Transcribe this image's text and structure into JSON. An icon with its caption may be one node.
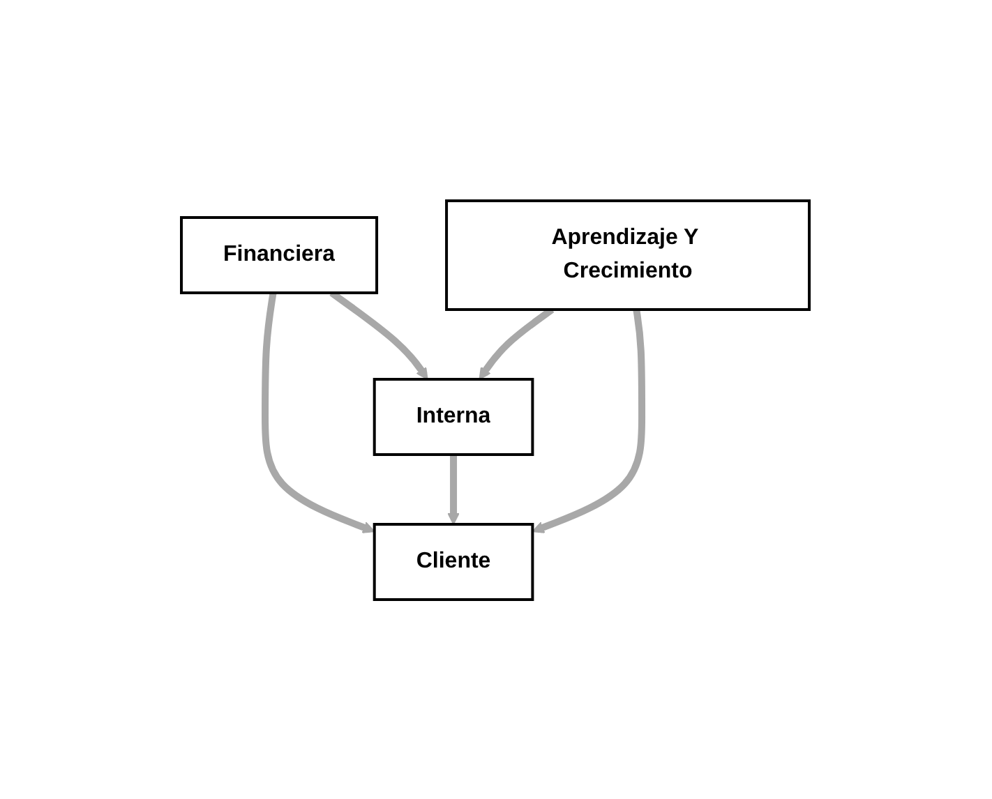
{
  "diagram": {
    "nodes": [
      {
        "text": [
          "Financiera"
        ]
      },
      {
        "text": [
          "Cliente"
        ]
      },
      {
        "text": [
          "Interna"
        ]
      },
      {
        "text": [
          "Aprendizaje Y Crecimiento"
        ]
      }
    ],
    "edges": [
      {
        "from": 0,
        "to": 1,
        "arrow": "to"
      },
      {
        "from": 0,
        "to": 2,
        "arrow": "to"
      },
      {
        "from": 2,
        "to": 1,
        "arrow": "to"
      },
      {
        "from": 3,
        "to": 1,
        "arrow": "to"
      },
      {
        "from": 3,
        "to": 2,
        "arrow": "to"
      }
    ]
  }
}
